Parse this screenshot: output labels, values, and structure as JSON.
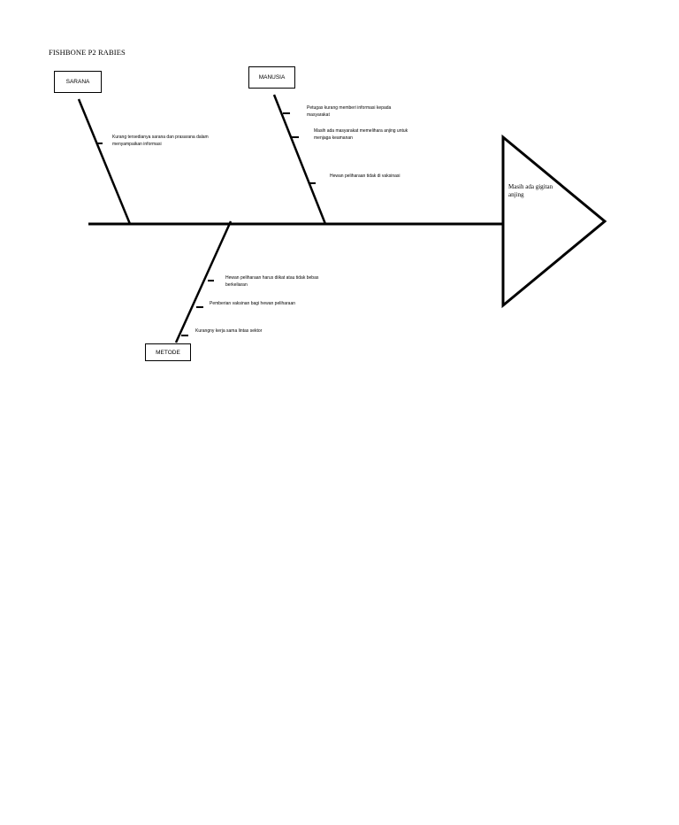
{
  "title": "FISHBONE P2 RABIES",
  "head": {
    "problem": "Masih ada gigitan anjing"
  },
  "categories": {
    "sarana": {
      "label": "SARANA",
      "causes": [
        "Kurang tersedianya sarana dan prasarana dalam menyampaikan informasi"
      ]
    },
    "manusia": {
      "label": "MANUSIA",
      "causes": [
        "Petugas kurang memberi informasi kepada masyarakat",
        "Masih ada masyarakat memelihara anjing untuk menjaga keamanan",
        "Hewan peliharaan tidak di vaksinasi"
      ]
    },
    "metode": {
      "label": "METODE",
      "causes": [
        "Hewan peliharaan harus diikat atau tidak bebas berkeliaran",
        "Pemberian vaksinan bagi hewan peliharaan",
        "Kurangny  kerja sama lintas sektor"
      ]
    }
  }
}
